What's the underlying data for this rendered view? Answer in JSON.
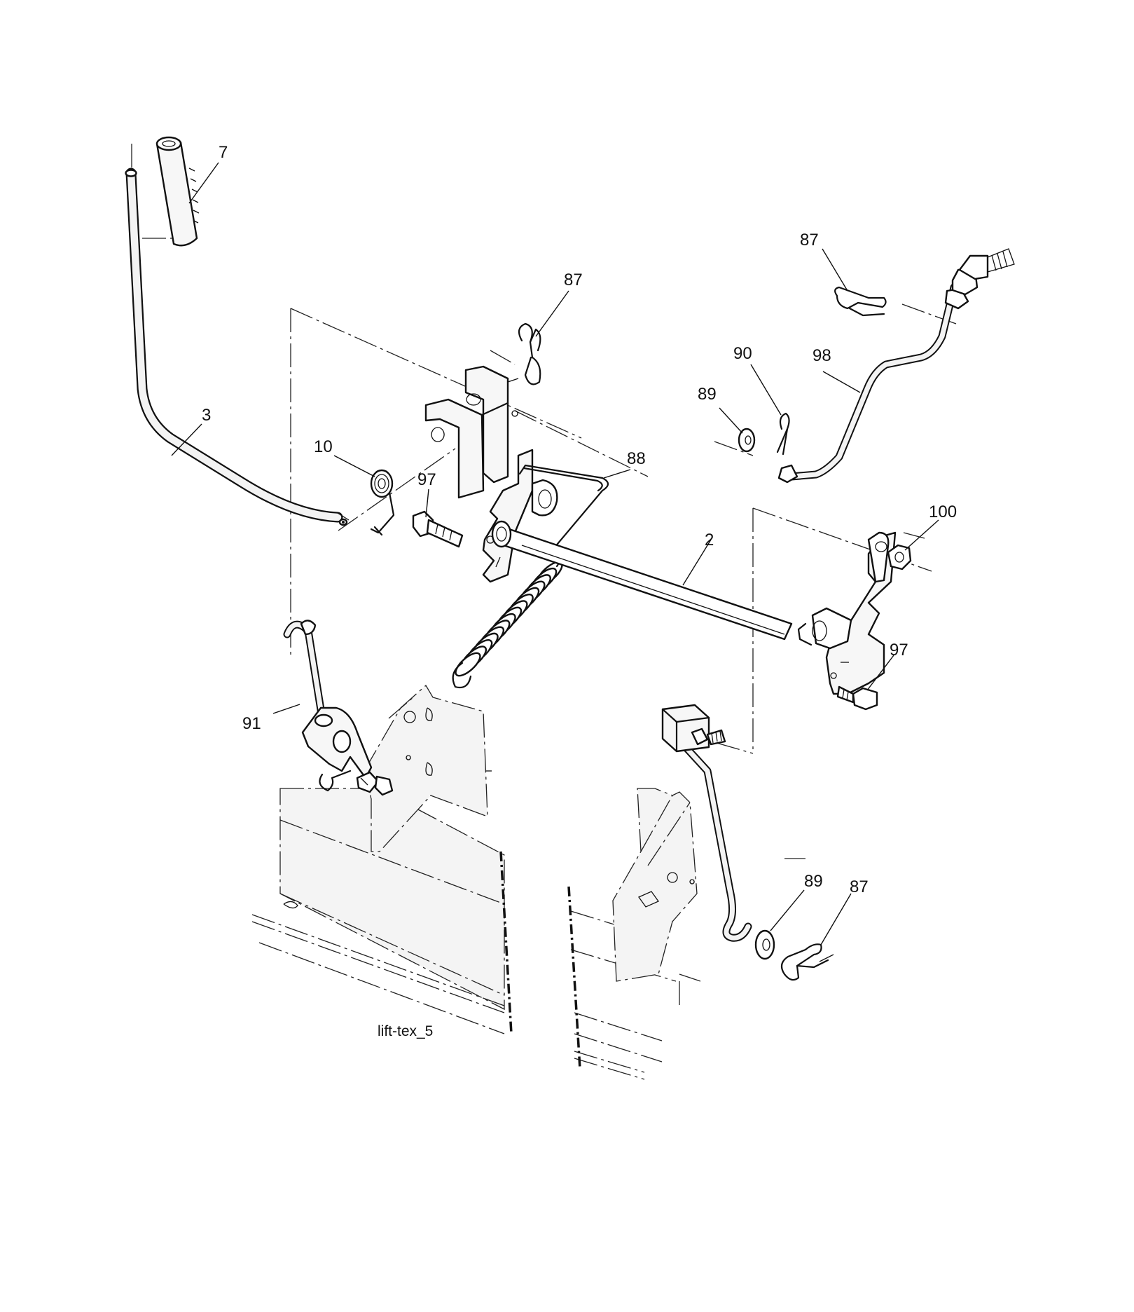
{
  "diagram": {
    "caption": "lift-tex_5",
    "callouts": [
      {
        "id": "7",
        "text": "7"
      },
      {
        "id": "87a",
        "text": "87"
      },
      {
        "id": "87b",
        "text": "87"
      },
      {
        "id": "3",
        "text": "3"
      },
      {
        "id": "10",
        "text": "10"
      },
      {
        "id": "97a",
        "text": "97"
      },
      {
        "id": "88",
        "text": "88"
      },
      {
        "id": "90",
        "text": "90"
      },
      {
        "id": "98",
        "text": "98"
      },
      {
        "id": "89a",
        "text": "89"
      },
      {
        "id": "2",
        "text": "2"
      },
      {
        "id": "100",
        "text": "100"
      },
      {
        "id": "97b",
        "text": "97"
      },
      {
        "id": "91",
        "text": "91"
      },
      {
        "id": "89b",
        "text": "89"
      },
      {
        "id": "87c",
        "text": "87"
      }
    ]
  }
}
